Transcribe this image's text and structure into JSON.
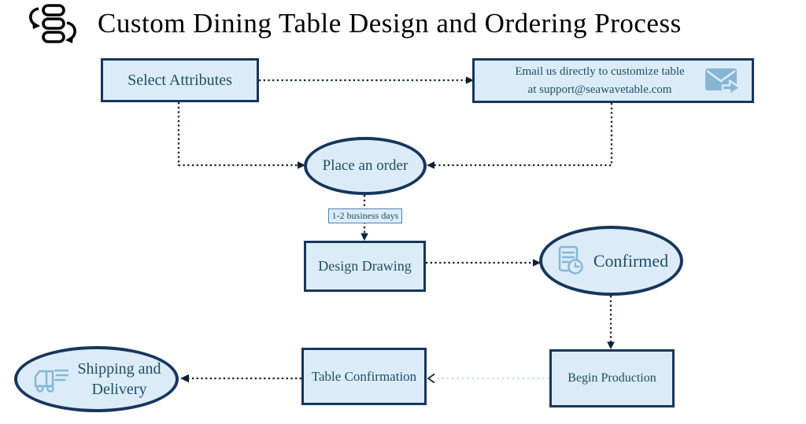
{
  "title": {
    "text": "Custom Dining Table Design and Ordering Process",
    "icon": "process-flow-icon"
  },
  "nodes": {
    "select_attributes": {
      "label": "Select Attributes"
    },
    "email_contact": {
      "line1": "Email us directly to customize table",
      "line2": "at support@seawavetable.com",
      "icon": "email-forward-icon"
    },
    "place_order": {
      "label": "Place an order"
    },
    "design_drawing": {
      "label": "Design Drawing"
    },
    "confirmed": {
      "label": "Confirmed",
      "icon": "document-clock-icon"
    },
    "begin_production": {
      "label": "Begin Production"
    },
    "table_confirmation": {
      "label": "Table Confirmation"
    },
    "shipping_delivery": {
      "line1": "Shipping and",
      "line2": "Delivery",
      "icon": "delivery-truck-icon"
    }
  },
  "edge_label": {
    "text": "1-2 business days"
  },
  "colors": {
    "title_color": "#000000",
    "node_fill": "#dbecf8",
    "node_border": "#17365d",
    "node_text": "#1f4e68",
    "connector_dark": "#0e2233",
    "connector_light": "#c5dff0",
    "icon_blue": "#85b7d5",
    "label_border": "#4d84b8"
  }
}
